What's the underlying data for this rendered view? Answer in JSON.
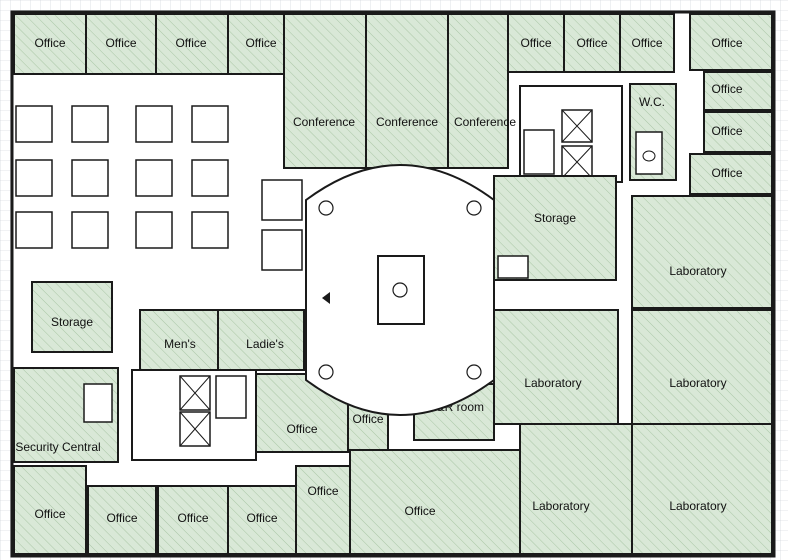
{
  "colors": {
    "room_fill": "#d9e8d7",
    "hatch": "#9fbf9c",
    "grid": "#c7ccd2",
    "wall": "#1a1a1a",
    "corridor": "#ffffff"
  },
  "rooms": {
    "office_top_1": "Office",
    "office_top_2": "Office",
    "office_top_3": "Office",
    "office_top_4": "Office",
    "office_top_5": "Office",
    "office_top_6": "Office",
    "office_top_7": "Office",
    "office_right_1": "Office",
    "office_right_2": "Office",
    "office_right_3": "Office",
    "office_right_4": "Office",
    "wc": "W.C.",
    "conference_1": "Conference",
    "conference_2": "Conference",
    "conference_3": "Conference",
    "storage_right": "Storage",
    "storage_left": "Storage",
    "laboratory_1": "Laboratory",
    "laboratory_2": "Laboratory",
    "laboratory_3": "Laboratory",
    "laboratory_4": "Laboratory",
    "laboratory_5": "Laboratory",
    "mens": "Men's",
    "ladies": "Ladie's",
    "office_mid_1": "Office",
    "office_mid_2": "Office",
    "office_mid_3": "Office",
    "rr_room": "R&R room",
    "security_central": "Security Central",
    "office_bottom_1": "Office",
    "office_bottom_2": "Office",
    "office_bottom_3": "Office",
    "office_bottom_4": "Office",
    "office_bottom_5": "Office"
  }
}
